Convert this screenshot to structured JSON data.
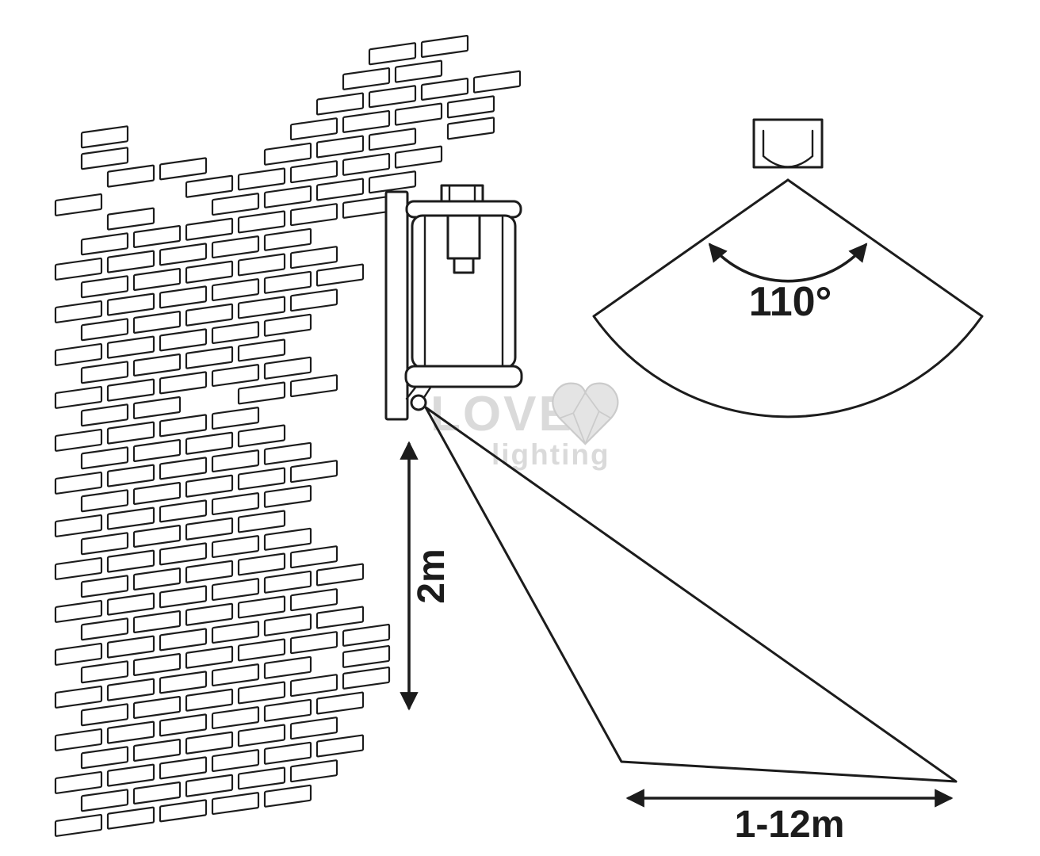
{
  "labels": {
    "mounting_height": "2m",
    "detection_range": "1-12m",
    "detection_angle": "110°"
  },
  "watermark": {
    "word1": "LOVE",
    "word2": "lighting"
  },
  "colors": {
    "line": "#1c1c1c",
    "watermark": "#d4d4d4"
  }
}
